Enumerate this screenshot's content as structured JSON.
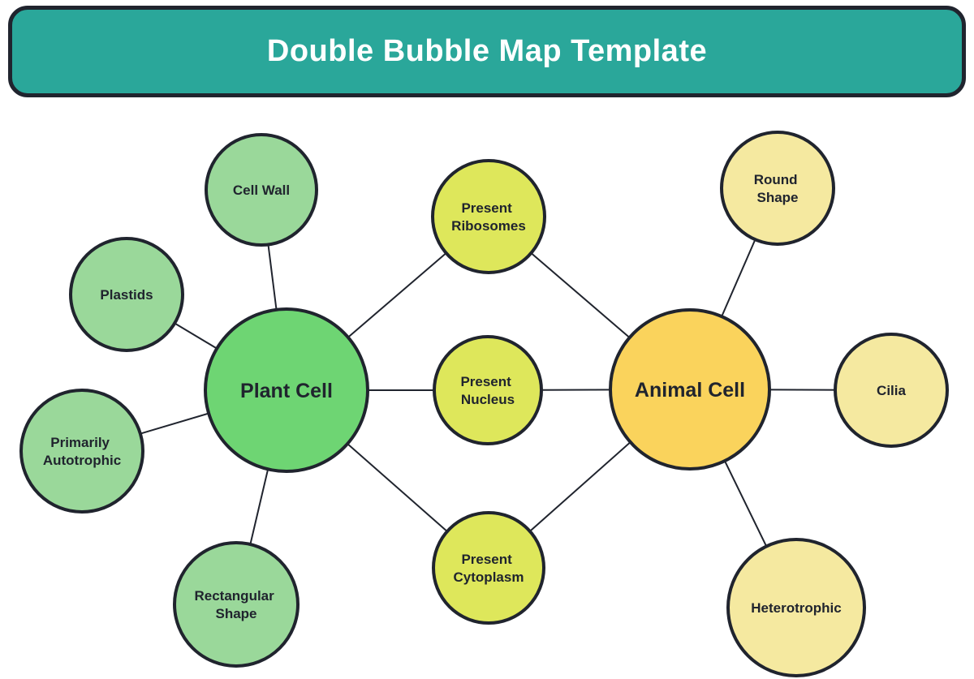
{
  "title": "Double Bubble Map Template",
  "colors": {
    "background": "#FFFFFF",
    "header_background": "#2AA79A",
    "header_border": "#20242E",
    "title_text": "#FFFFFF",
    "node_stroke": "#20242E",
    "connector_line": "#20242E",
    "label_text": "#20242E",
    "plant_node_fill": "#6ED573",
    "animal_node_fill": "#FAD35C",
    "plant_attribute_fill": "#9AD89A",
    "shared_attribute_fill": "#DEE75B",
    "animal_attribute_fill": "#F5E9A0"
  },
  "nodes": {
    "plant": {
      "label": "Plant Cell"
    },
    "animal": {
      "label": "Animal Cell"
    },
    "cell_wall": {
      "label": "Cell Wall",
      "lines": [
        "Cell Wall"
      ]
    },
    "plastids": {
      "label": "Plastids",
      "lines": [
        "Plastids"
      ]
    },
    "primarily_autotrophic": {
      "label": "Primarily Autotrophic",
      "lines": [
        "Primarily",
        "Autotrophic"
      ]
    },
    "rectangular_shape": {
      "label": "Rectangular Shape",
      "lines": [
        "Rectangular",
        "Shape"
      ]
    },
    "present_ribosomes": {
      "label": "Present Ribosomes",
      "lines": [
        "Present",
        "Ribosomes"
      ]
    },
    "present_nucleus": {
      "label": "Present Nucleus",
      "lines": [
        "Present",
        "Nucleus"
      ]
    },
    "present_cytoplasm": {
      "label": "Present Cytoplasm",
      "lines": [
        "Present",
        "Cytoplasm"
      ]
    },
    "round_shape": {
      "label": "Round Shape",
      "lines": [
        "Round",
        "Shape"
      ]
    },
    "cilia": {
      "label": "Cilia",
      "lines": [
        "Cilia"
      ]
    },
    "heterotrophic": {
      "label": "Heterotrophic",
      "lines": [
        "Heterotrophic"
      ]
    }
  }
}
